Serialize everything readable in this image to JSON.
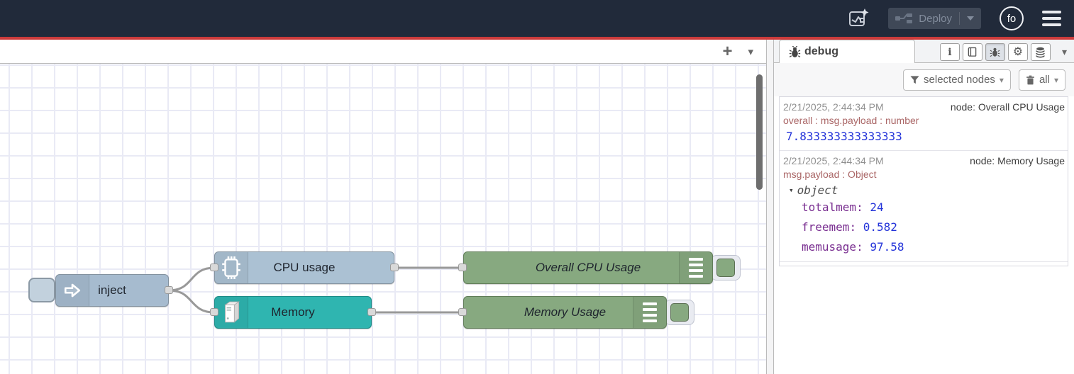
{
  "header": {
    "deploy": {
      "label": "Deploy"
    },
    "avatar": {
      "initials": "fo"
    }
  },
  "flow": {
    "nodes": [
      {
        "id": "inject",
        "label": "inject",
        "color": "#a6bbcf"
      },
      {
        "id": "cpu-usage",
        "label": "CPU usage",
        "color": "#abc1d3"
      },
      {
        "id": "memory",
        "label": "Memory",
        "color": "#2fb5b0"
      },
      {
        "id": "overall-cpu",
        "label": "Overall CPU Usage",
        "color": "#87a980"
      },
      {
        "id": "memory-usage",
        "label": "Memory Usage",
        "color": "#87a980"
      }
    ]
  },
  "sidebar": {
    "tab_label": "debug",
    "filter_button": "selected nodes",
    "clear_button": "all",
    "messages": [
      {
        "timestamp": "2/21/2025, 2:44:34 PM",
        "node_label": "node: Overall CPU Usage",
        "meta": "overall : msg.payload : number",
        "value": "7.833333333333333"
      },
      {
        "timestamp": "2/21/2025, 2:44:34 PM",
        "node_label": "node: Memory Usage",
        "meta": "msg.payload : Object",
        "object_label": "object",
        "properties": [
          {
            "key": "totalmem",
            "value": "24"
          },
          {
            "key": "freemem",
            "value": "0.582"
          },
          {
            "key": "memusage",
            "value": "97.58"
          }
        ]
      }
    ]
  },
  "icons": {
    "caret_down": "▾",
    "add": "+",
    "info": "i",
    "gear": "⚙"
  },
  "colors": {
    "header_bg": "#212a3a",
    "accent_red": "#cc3b3b",
    "wire": "#999999",
    "debug_key": "#792e90",
    "debug_value": "#2333d9",
    "debug_meta": "#aa6666"
  }
}
